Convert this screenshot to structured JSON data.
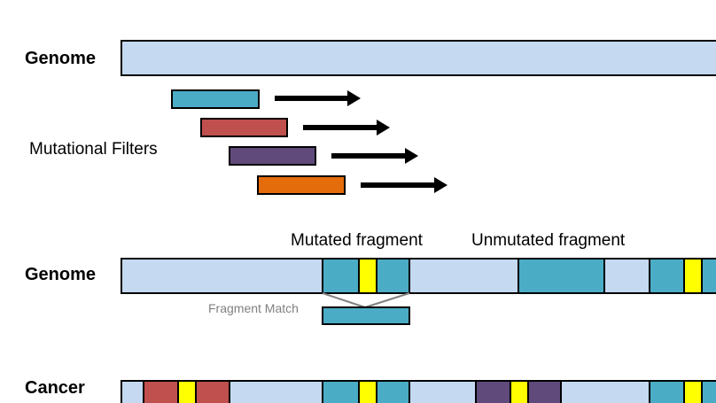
{
  "labels": {
    "genome_top": "Genome",
    "mutational_filters": "Mutational Filters",
    "mutated_fragment": "Mutated fragment",
    "unmutated_fragment": "Unmutated fragment",
    "genome_middle": "Genome",
    "fragment_match": "Fragment Match",
    "cancer": "Cancer"
  },
  "colors": {
    "genome_bg": "#c5d9f1",
    "teal": "#4bacc6",
    "red": "#c0504d",
    "purple": "#604a7b",
    "orange": "#e46c0a",
    "yellow": "#ffff00",
    "stroke": "#000000",
    "match_line": "#808080"
  },
  "filters": [
    {
      "name": "teal-filter",
      "color": "#4bacc6"
    },
    {
      "name": "red-filter",
      "color": "#c0504d"
    },
    {
      "name": "purple-filter",
      "color": "#604a7b"
    },
    {
      "name": "orange-filter",
      "color": "#e46c0a"
    }
  ]
}
